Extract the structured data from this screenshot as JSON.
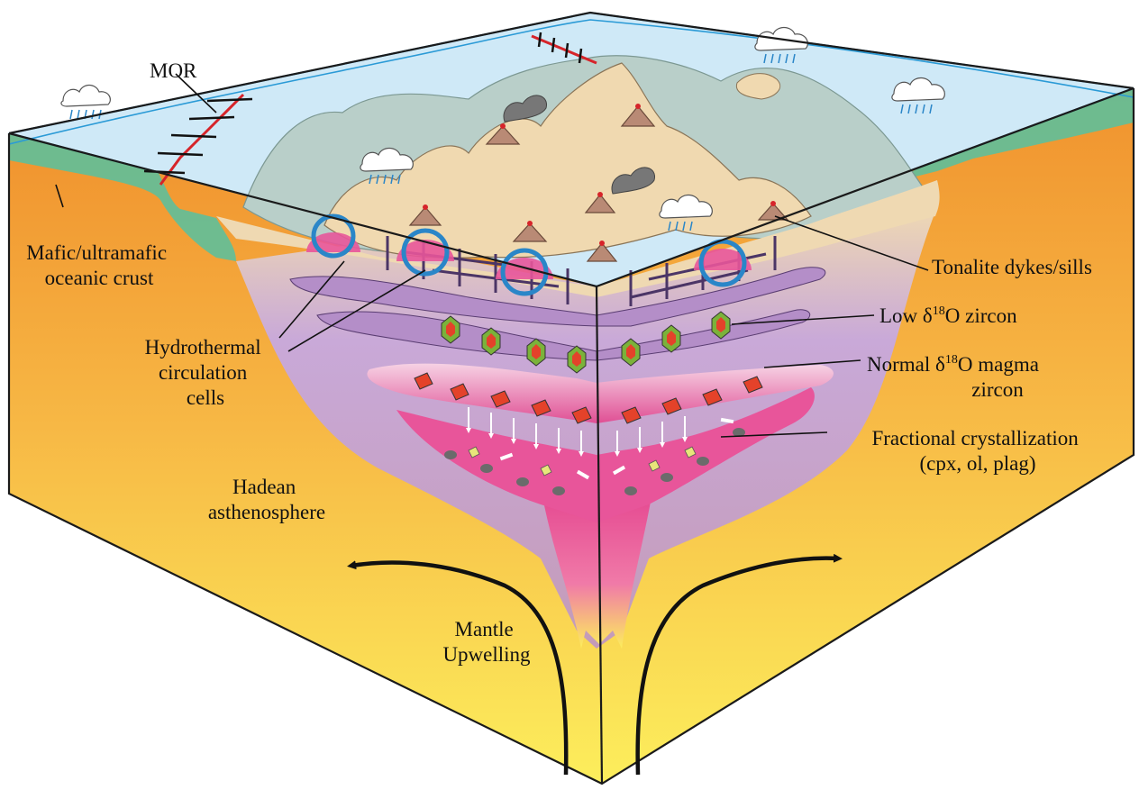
{
  "labels": {
    "mor": "MOR",
    "mafic_line1": "Mafic/ultramafic",
    "mafic_line2": "oceanic crust",
    "hydro_line1": "Hydrothermal",
    "hydro_line2": "circulation",
    "hydro_line3": "cells",
    "tonalite": "Tonalite dykes/sills",
    "low_zircon_a": "Low δ",
    "low_zircon_sup": "18",
    "low_zircon_b": "O zircon",
    "normal_zircon_a": "Normal δ",
    "normal_zircon_sup": "18",
    "normal_zircon_b": "O magma",
    "normal_zircon_line2": "zircon",
    "frac_line1": "Fractional crystallization",
    "frac_line2": "(cpx, ol, plag)",
    "hadean_line1": "Hadean",
    "hadean_line2": "asthenosphere",
    "mantle_line1": "Mantle",
    "mantle_line2": "Upwelling"
  },
  "colors": {
    "ocean": "#cfe9f7",
    "ocean_edge": "#2a9ad6",
    "oceanic_crust": "#5fbf9a",
    "continent": "#f0d9b0",
    "submerged_crust": "#b9cfc9",
    "mantle_top": "#f29a3a",
    "mantle_bottom": "#fbe95a",
    "magma_chamber": "#c8a6d6",
    "magma_pink": "#e8559a",
    "zircon_red": "#e4422a",
    "zircon_green_rim": "#7bb23a",
    "hydrothermal_blue": "#2a86c8",
    "ridge_red": "#d6242a"
  }
}
